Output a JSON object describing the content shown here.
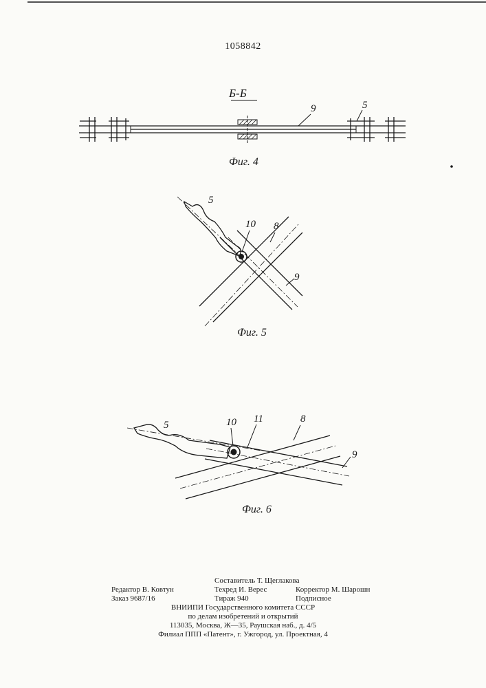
{
  "patent_number": "1058842",
  "figures": {
    "fig4": {
      "section_label": "Б-Б",
      "caption": "Фиг. 4",
      "labels": [
        "9",
        "5"
      ]
    },
    "fig5": {
      "caption": "Фиг. 5",
      "labels": [
        "5",
        "10",
        "8",
        "9"
      ]
    },
    "fig6": {
      "caption": "Фиг. 6",
      "labels": [
        "5",
        "10",
        "11",
        "8",
        "9"
      ]
    }
  },
  "imprint": {
    "compiler": "Составитель Т. Щеглакова",
    "editor": "Редактор В. Ковтун",
    "techred": "Техред И. Верес",
    "corrector": "Корректор М. Шарошн",
    "order": "Заказ 9687/16",
    "circulation": "Тираж 940",
    "subscription": "Подписное",
    "org": "ВНИИПИ Государственного комитета СССР",
    "org_sub": "по делам изобретений и открытий",
    "address": "113035, Москва, Ж—35, Раушская наб., д. 4/5",
    "branch": "Филиал ППП «Патент», г. Ужгород, ул. Проектная, 4"
  }
}
